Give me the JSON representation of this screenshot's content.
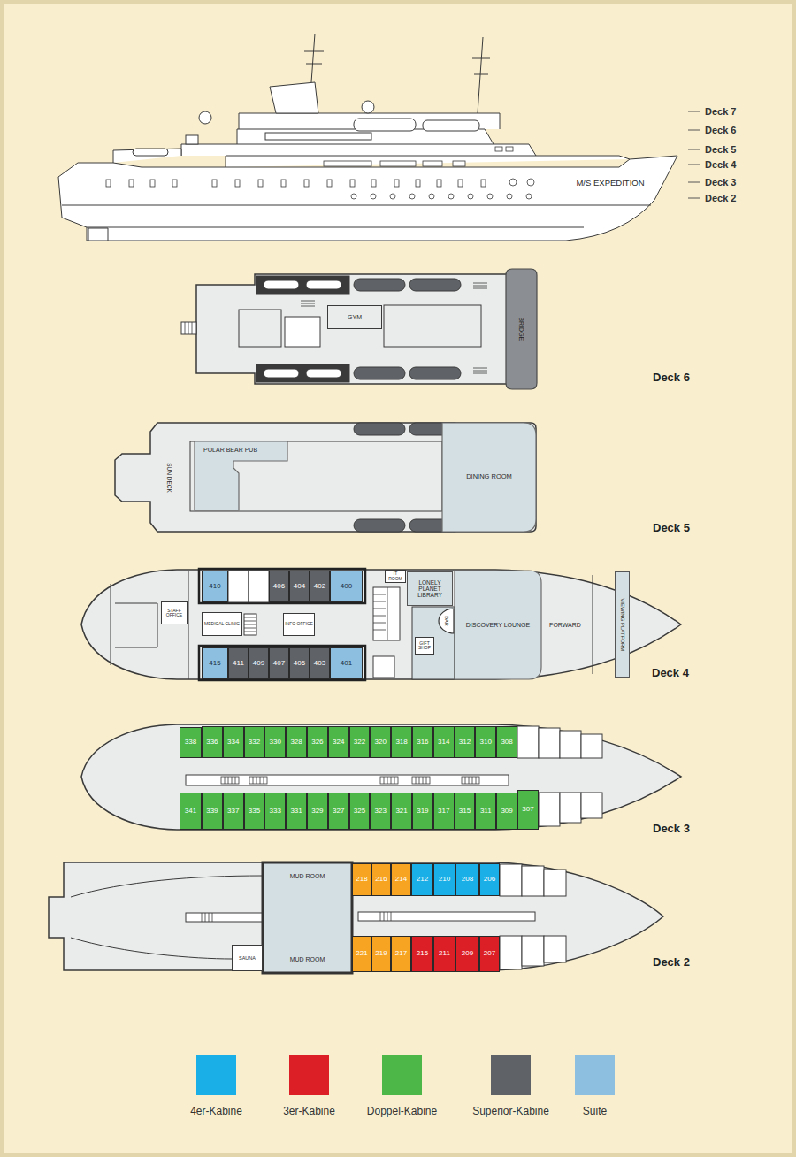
{
  "diagram": {
    "nodes": [
      {
        "text": [
          "GYM"
        ]
      },
      {
        "text": [
          "BRIDGE"
        ]
      },
      {
        "text": [
          "POLAR BEAR PUB"
        ]
      },
      {
        "text": [
          "DINING ROOM"
        ]
      },
      {
        "text": [
          "410"
        ]
      },
      {
        "text": [
          "406"
        ]
      },
      {
        "text": [
          "404"
        ]
      },
      {
        "text": [
          "402"
        ]
      },
      {
        "text": [
          "400"
        ]
      },
      {
        "text": [
          "IT ROOM"
        ]
      },
      {
        "text": [
          "LONELY PLANET LIBRARY"
        ]
      },
      {
        "text": [
          "STAFF OFFICE"
        ]
      },
      {
        "text": [
          "MEDICAL CLINIC"
        ]
      },
      {
        "text": [
          "INFO OFFICE"
        ]
      },
      {
        "text": [
          "BAR"
        ]
      },
      {
        "text": [
          "GIFT SHOP"
        ]
      },
      {
        "text": [
          "DISCOVERY LOUNGE"
        ]
      },
      {
        "text": [
          "VIEWING PLATFORM"
        ]
      },
      {
        "text": [
          "415"
        ]
      },
      {
        "text": [
          "411"
        ]
      },
      {
        "text": [
          "409"
        ]
      },
      {
        "text": [
          "407"
        ]
      },
      {
        "text": [
          "405"
        ]
      },
      {
        "text": [
          "403"
        ]
      },
      {
        "text": [
          "401"
        ]
      },
      {
        "text": [
          "338"
        ]
      },
      {
        "text": [
          "336"
        ]
      },
      {
        "text": [
          "334"
        ]
      },
      {
        "text": [
          "332"
        ]
      },
      {
        "text": [
          "330"
        ]
      },
      {
        "text": [
          "328"
        ]
      },
      {
        "text": [
          "326"
        ]
      },
      {
        "text": [
          "324"
        ]
      },
      {
        "text": [
          "322"
        ]
      },
      {
        "text": [
          "320"
        ]
      },
      {
        "text": [
          "318"
        ]
      },
      {
        "text": [
          "316"
        ]
      },
      {
        "text": [
          "314"
        ]
      },
      {
        "text": [
          "312"
        ]
      },
      {
        "text": [
          "310"
        ]
      },
      {
        "text": [
          "308"
        ]
      },
      {
        "text": [
          "341"
        ]
      },
      {
        "text": [
          "339"
        ]
      },
      {
        "text": [
          "337"
        ]
      },
      {
        "text": [
          "335"
        ]
      },
      {
        "text": [
          "333"
        ]
      },
      {
        "text": [
          "331"
        ]
      },
      {
        "text": [
          "329"
        ]
      },
      {
        "text": [
          "327"
        ]
      },
      {
        "text": [
          "325"
        ]
      },
      {
        "text": [
          "323"
        ]
      },
      {
        "text": [
          "321"
        ]
      },
      {
        "text": [
          "319"
        ]
      },
      {
        "text": [
          "317"
        ]
      },
      {
        "text": [
          "315"
        ]
      },
      {
        "text": [
          "311"
        ]
      },
      {
        "text": [
          "309"
        ]
      },
      {
        "text": [
          "307"
        ]
      },
      {
        "text": [
          "MUD ROOM"
        ]
      },
      {
        "text": [
          "218"
        ]
      },
      {
        "text": [
          "216"
        ]
      },
      {
        "text": [
          "214"
        ]
      },
      {
        "text": [
          "212"
        ]
      },
      {
        "text": [
          "210"
        ]
      },
      {
        "text": [
          "208"
        ]
      },
      {
        "text": [
          "206"
        ]
      },
      {
        "text": [
          "SAUNA"
        ]
      },
      {
        "text": [
          "MUD ROOM"
        ]
      },
      {
        "text": [
          "221"
        ]
      },
      {
        "text": [
          "219"
        ]
      },
      {
        "text": [
          "217"
        ]
      },
      {
        "text": [
          "215"
        ]
      },
      {
        "text": [
          "211"
        ]
      },
      {
        "text": [
          "209"
        ]
      },
      {
        "text": [
          "207"
        ]
      }
    ],
    "labels": [
      "Deck 7",
      "Deck 6",
      "Deck 5",
      "Deck 4",
      "Deck 3",
      "Deck 2",
      "M/S EXPEDITION",
      "Deck 6",
      "SUN DECK",
      "Deck 5",
      "FORWARD",
      "Deck 4",
      "Deck 3",
      "Deck 2"
    ],
    "legend": [
      {
        "text": "4er-Kabine",
        "color": "#1aafe6"
      },
      {
        "text": "3er-Kabine",
        "color": "#dc1f26"
      },
      {
        "text": "Doppel-Kabine",
        "color": "#4db848"
      },
      {
        "text": "Superior-Kabine",
        "color": "#5f6368"
      },
      {
        "text": "Suite",
        "color": "#8dbfe0"
      }
    ]
  }
}
